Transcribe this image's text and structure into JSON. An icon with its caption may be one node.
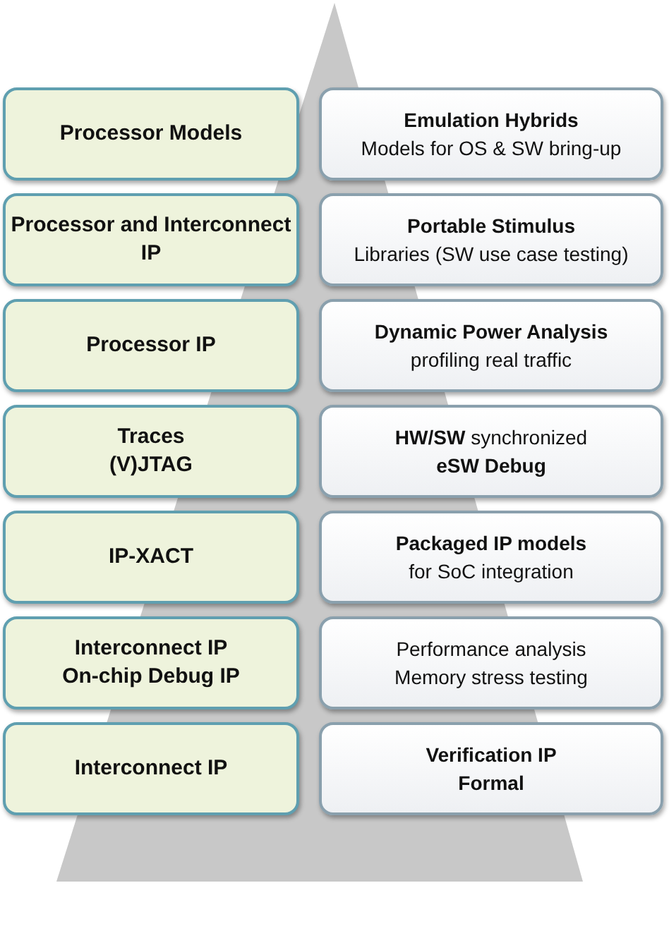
{
  "diagram": {
    "nodes": [
      {
        "text": [
          "Processor Models"
        ]
      },
      {
        "text": [
          "Emulation Hybrids",
          "Models for OS & SW bring-up"
        ]
      },
      {
        "text": [
          "Processor and Interconnect IP"
        ]
      },
      {
        "text": [
          "Portable Stimulus",
          "Libraries (SW use case testing)"
        ]
      },
      {
        "text": [
          "Processor IP"
        ]
      },
      {
        "text": [
          "Dynamic Power Analysis",
          "profiling real traffic"
        ]
      },
      {
        "text": [
          "Traces",
          "(V)JTAG"
        ]
      },
      {
        "text": [
          "**HW/SW** synchronized",
          "eSW Debug"
        ]
      },
      {
        "text": [
          "IP-XACT"
        ]
      },
      {
        "text": [
          "Packaged IP models",
          "for SoC integration"
        ]
      },
      {
        "text": [
          "Interconnect IP",
          "On-chip Debug IP"
        ]
      },
      {
        "text": [
          "Performance analysis",
          "Memory stress testing"
        ]
      },
      {
        "text": [
          "Interconnect IP"
        ]
      },
      {
        "text": [
          "Verification IP",
          "Formal"
        ]
      }
    ],
    "edges": []
  }
}
